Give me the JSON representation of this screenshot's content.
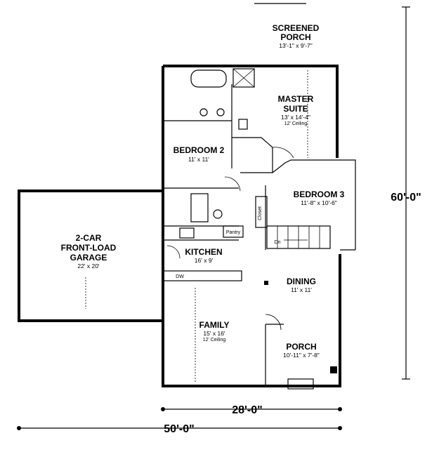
{
  "rooms": {
    "screened_porch": {
      "name1": "SCREENED",
      "name2": "PORCH",
      "size": "13'-1\" x 9'-7\""
    },
    "master_suite": {
      "name1": "MASTER",
      "name2": "SUITE",
      "size": "13' x 14'-4\"",
      "note": "12' Ceiling"
    },
    "bedroom2": {
      "name": "BEDROOM 2",
      "size": "11' x 11'"
    },
    "bedroom3": {
      "name": "BEDROOM 3",
      "size": "11'-8\" x 10'-6\""
    },
    "garage": {
      "name1": "2-CAR",
      "name2": "FRONT-LOAD",
      "name3": "GARAGE",
      "size": "22' x 20'"
    },
    "kitchen": {
      "name": "KITCHEN",
      "size": "16' x 9'"
    },
    "dining": {
      "name": "DINING",
      "size": "11' x 11'"
    },
    "family": {
      "name": "FAMILY",
      "size": "15' x 16'",
      "note": "12' Ceiling"
    },
    "porch": {
      "name": "PORCH",
      "size": "10'-11\" x 7'-8\""
    }
  },
  "fixtures": {
    "pantry": "Pantry",
    "closet": "Closet",
    "dw": "DW",
    "down": "Dn"
  },
  "dimensions": {
    "height": "60'-0\"",
    "inner_width": "28'-0\"",
    "total_width": "50'-0\""
  }
}
